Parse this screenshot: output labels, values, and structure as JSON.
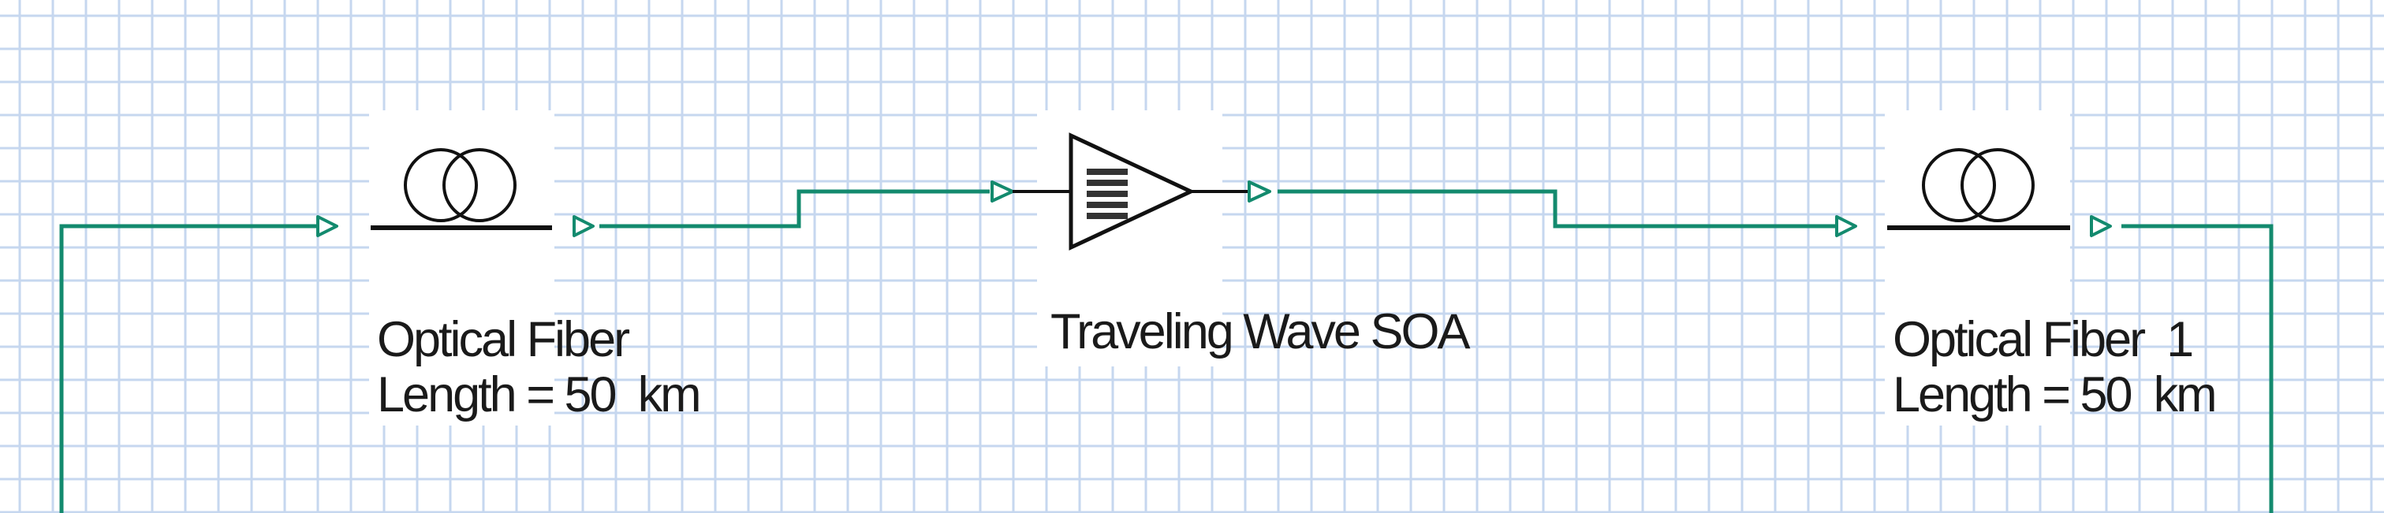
{
  "diagram": {
    "components": [
      {
        "id": "fiber1",
        "name": "Optical Fiber",
        "param": "Length = 50  km"
      },
      {
        "id": "soa",
        "name": "Traveling Wave SOA"
      },
      {
        "id": "fiber2",
        "name": "Optical Fiber  1",
        "param": "Length = 50  km"
      }
    ],
    "colors": {
      "wire": "#138a6e",
      "grid": "#c6d7ef",
      "symbol": "#111111",
      "background": "#ffffff"
    }
  }
}
